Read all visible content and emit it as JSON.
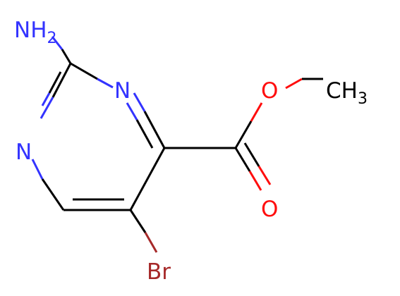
{
  "colors": {
    "bond": "#000000",
    "nitrogen": "#3333ff",
    "oxygen": "#ff0d0d",
    "bromine": "#a62929",
    "carbon": "#000000"
  },
  "atoms": {
    "amino": {
      "symbol": "NH",
      "subscript": "2"
    },
    "n1": {
      "symbol": "N"
    },
    "n3": {
      "symbol": "N"
    },
    "ester_o": {
      "symbol": "O"
    },
    "methyl": {
      "symbol": "CH",
      "subscript": "3"
    },
    "carbonyl_o": {
      "symbol": "O"
    },
    "bromo": {
      "symbol": "Br"
    }
  }
}
